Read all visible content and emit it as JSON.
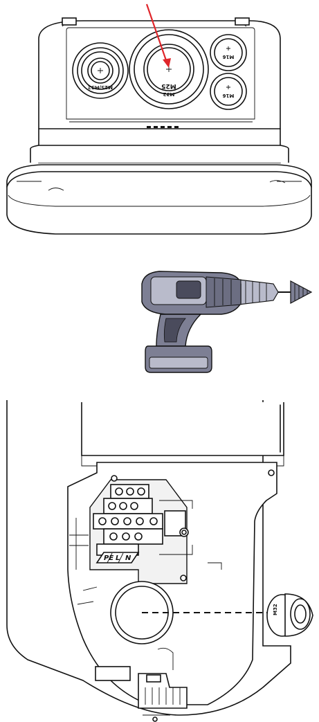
{
  "gland_labels": {
    "center_gland": "M25",
    "center_gland_sub": "M32",
    "right_top_gland": "M16",
    "right_bottom_gland": "M16",
    "left_gland": "M25/M32"
  },
  "terminal_labels": {
    "pe": "PE",
    "l": "L",
    "n": "N"
  },
  "plug_label": "M32",
  "colors": {
    "arrow": "#e0262b",
    "line": "#111111",
    "drill_body": "#7d7f94",
    "drill_dark": "#4a4b5c",
    "drill_light": "#b9bbcb"
  }
}
